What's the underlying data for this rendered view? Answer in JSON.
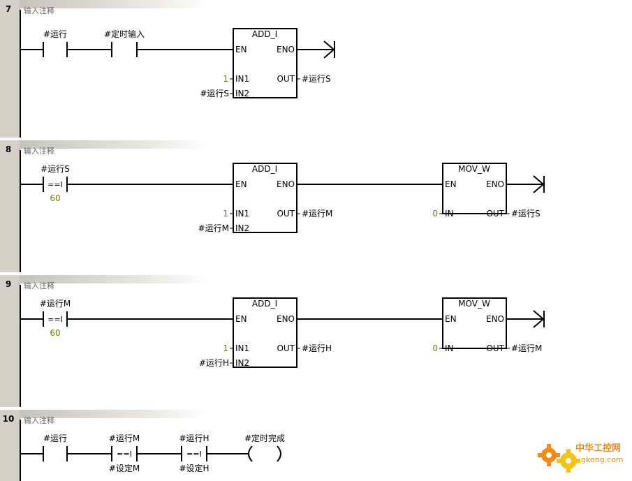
{
  "comment_text": "输入注释",
  "networks": [
    {
      "number": "7",
      "contacts": [
        {
          "label": "#运行"
        },
        {
          "label": "#定时输入"
        }
      ],
      "blocks": [
        {
          "name": "ADD_I",
          "en": "EN",
          "eno": "ENO",
          "in1_pin": "IN1",
          "in2_pin": "IN2",
          "out_pin": "OUT",
          "in1": "1",
          "in2": "#运行S",
          "out": "#运行S"
        }
      ]
    },
    {
      "number": "8",
      "contacts": [
        {
          "label": "#运行S",
          "op": "==I",
          "compare": "60"
        }
      ],
      "blocks": [
        {
          "name": "ADD_I",
          "en": "EN",
          "eno": "ENO",
          "in1_pin": "IN1",
          "in2_pin": "IN2",
          "out_pin": "OUT",
          "in1": "1",
          "in2": "#运行M",
          "out": "#运行M"
        },
        {
          "name": "MOV_W",
          "en": "EN",
          "eno": "ENO",
          "in_pin": "IN",
          "out_pin": "OUT",
          "in": "0",
          "out": "#运行S"
        }
      ]
    },
    {
      "number": "9",
      "contacts": [
        {
          "label": "#运行M",
          "op": "==I",
          "compare": "60"
        }
      ],
      "blocks": [
        {
          "name": "ADD_I",
          "en": "EN",
          "eno": "ENO",
          "in1_pin": "IN1",
          "in2_pin": "IN2",
          "out_pin": "OUT",
          "in1": "1",
          "in2": "#运行H",
          "out": "#运行H"
        },
        {
          "name": "MOV_W",
          "en": "EN",
          "eno": "ENO",
          "in_pin": "IN",
          "out_pin": "OUT",
          "in": "0",
          "out": "#运行M"
        }
      ]
    },
    {
      "number": "10",
      "contacts": [
        {
          "label": "#运行"
        },
        {
          "label": "#运行M",
          "op": "==I",
          "compare": "#设定M"
        },
        {
          "label": "#运行H",
          "op": "==I",
          "compare": "#设定H"
        }
      ],
      "coil": {
        "label": "#定时完成"
      }
    }
  ],
  "watermark": {
    "brand": "中华工控网",
    "url": "gkong.com"
  },
  "colors": {
    "constant": "#7a7a00",
    "orange": "#f08a1a",
    "yellow": "#f2c31a",
    "rail": "#000000"
  }
}
